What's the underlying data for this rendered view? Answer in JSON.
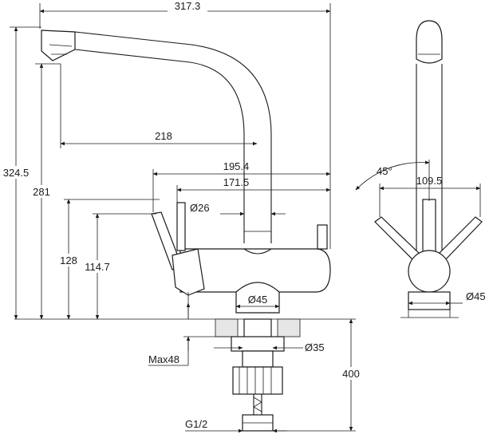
{
  "dimensions": {
    "overall_width": "317.3",
    "overall_height": "324.5",
    "spout_height": "281",
    "spout_reach": "218",
    "lever_reach": "195.4",
    "handle_reach": "171.5",
    "spout_diameter": "Ø26",
    "body_height": "128",
    "handle_height": "114.7",
    "base_diameter": "Ø45",
    "side_base_diameter": "Ø45",
    "max_thickness": "Max48",
    "shank_diameter": "Ø35",
    "hose_length": "400",
    "thread": "G1/2",
    "side_width": "109.5",
    "lever_angle": "45°"
  }
}
